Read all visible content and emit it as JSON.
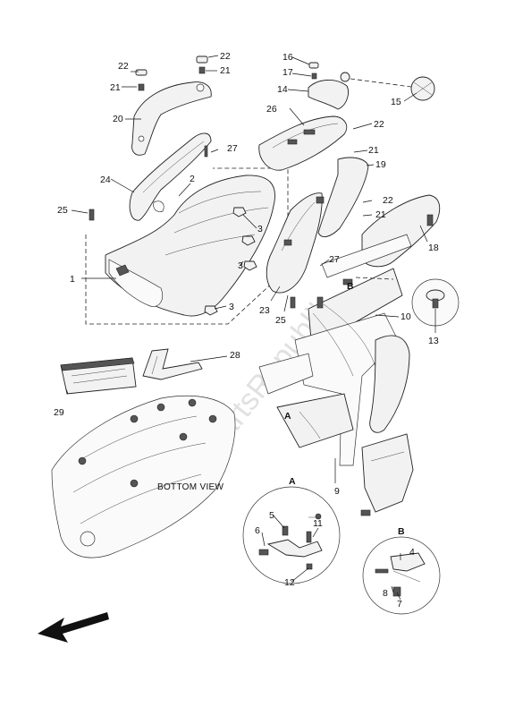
{
  "diagram": {
    "view_label": "BOTTOM VIEW",
    "detail_a_label": "A",
    "detail_b_label": "B",
    "frame_marker_a": "A",
    "frame_marker_b": "B",
    "watermark": "PartsRepublik",
    "callouts": {
      "c1": "1",
      "c2": "2",
      "c3a": "3",
      "c3b": "3",
      "c3c": "3",
      "c4": "4",
      "c5": "5",
      "c6": "6",
      "c7": "7",
      "c8": "8",
      "c9": "9",
      "c10": "10",
      "c11": "11",
      "c12": "12",
      "c13": "13",
      "c14": "14",
      "c15": "15",
      "c16": "16",
      "c17": "17",
      "c18": "18",
      "c19": "19",
      "c20": "20",
      "c21a": "21",
      "c21b": "21",
      "c21c": "21",
      "c21d": "21",
      "c22a": "22",
      "c22b": "22",
      "c22c": "22",
      "c22d": "22",
      "c23": "23",
      "c24": "24",
      "c25a": "25",
      "c25b": "25",
      "c26": "26",
      "c27a": "27",
      "c27b": "27",
      "c28": "28",
      "c29": "29"
    }
  }
}
